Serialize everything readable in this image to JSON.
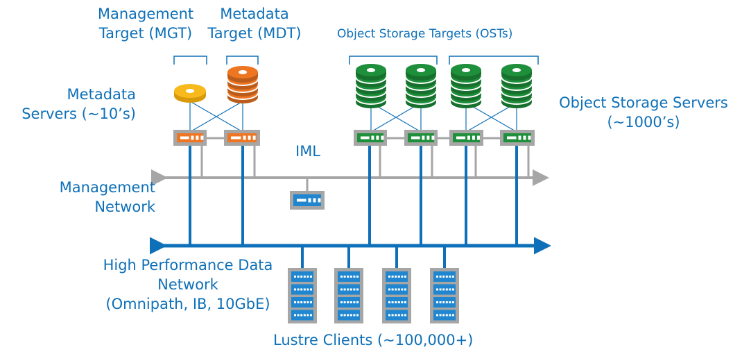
{
  "labels": {
    "mgt": [
      "Management",
      "Target (MGT)"
    ],
    "mdt": [
      "Metadata",
      "Target (MDT)"
    ],
    "osts": "Object Storage Targets (OSTs)",
    "mds": [
      "Metadata",
      "Servers (~10’s)"
    ],
    "oss": [
      "Object Storage Servers",
      "(~1000’s)"
    ],
    "iml": "IML",
    "mgmt_net": [
      "Management",
      "Network"
    ],
    "hpdn": [
      "High Performance Data",
      "Network",
      "(Omnipath, IB, 10GbE)"
    ],
    "clients": "Lustre Clients (~100,000+)"
  },
  "colors": {
    "text": "#0e70b8",
    "data_network": "#0e70b8",
    "mgmt_network": "#a6a6a6",
    "mgt_disk": "#f7b91b",
    "mdt_disk": "#ee7623",
    "ost_disk": "#1e8f3a",
    "mds_server": "#ee7623",
    "oss_server": "#1e8f3a",
    "iml_server": "#1f86cf",
    "client": "#1f86cf",
    "server_frame": "#a6a6a6"
  },
  "icons": {
    "mgt": "single-disk-icon",
    "mdt": "disk-stack-icon",
    "ost": "disk-stack-icon",
    "server": "server-unit-icon",
    "client": "rack-server-icon"
  }
}
